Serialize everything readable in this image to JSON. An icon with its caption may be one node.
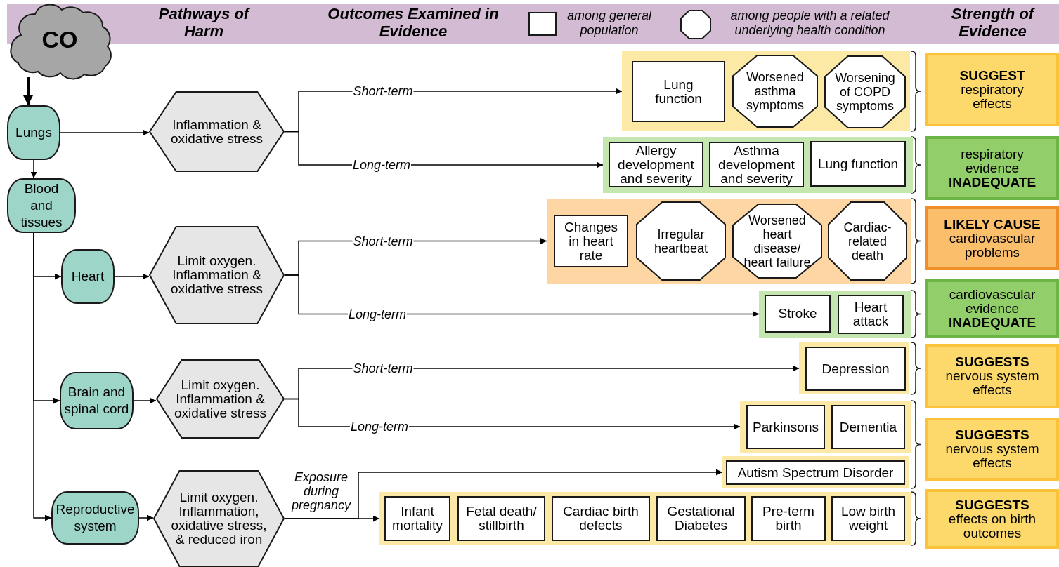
{
  "diagram": {
    "nodes": [
      {
        "text": [
          "CO"
        ]
      },
      {
        "text": [
          "Lungs"
        ]
      },
      {
        "text": [
          "Inflammation & oxidative stress"
        ]
      },
      {
        "text": [
          "Blood and tissues"
        ]
      },
      {
        "text": [
          "Heart"
        ]
      },
      {
        "text": [
          "Limit oxygen. Inflammation & oxidative stress"
        ]
      },
      {
        "text": [
          "Brain and spinal cord"
        ]
      },
      {
        "text": [
          "Limit oxygen. Inflammation & oxidative stress"
        ]
      },
      {
        "text": [
          "Reproductive system"
        ]
      },
      {
        "text": [
          "Limit oxygen. Inflammation, oxidative stress, & reduced iron"
        ]
      },
      {
        "text": [],
        "shape": "box"
      },
      {
        "text": [
          "Lung function"
        ],
        "in": 10
      },
      {
        "text": [
          "Worsened asthma symptoms"
        ],
        "in": 10
      },
      {
        "text": [
          "Worsening of COPD symptoms"
        ],
        "in": 10
      },
      {
        "text": [],
        "shape": "box"
      },
      {
        "text": [
          "Allergy development and severity"
        ],
        "in": 14
      },
      {
        "text": [
          "Asthma development and severity"
        ],
        "in": 14
      },
      {
        "text": [
          "Lung function"
        ],
        "in": 14
      },
      {
        "text": [],
        "shape": "box"
      },
      {
        "text": [
          "Changes in heart rate"
        ],
        "in": 18
      },
      {
        "text": [
          "Irregular heartbeat"
        ],
        "in": 18
      },
      {
        "text": [
          "Worsened heart disease/ heart failure"
        ],
        "in": 18
      },
      {
        "text": [
          "Cardiac-related death"
        ],
        "in": 18
      },
      {
        "text": [],
        "shape": "box"
      },
      {
        "text": [
          "Stroke"
        ],
        "in": 23
      },
      {
        "text": [
          "Heart attack"
        ],
        "in": 23
      },
      {
        "text": [],
        "shape": "box"
      },
      {
        "text": [
          "Depression"
        ],
        "in": 26
      },
      {
        "text": [],
        "shape": "box"
      },
      {
        "text": [
          "Parkinsons"
        ],
        "in": 28
      },
      {
        "text": [
          "Dementia"
        ],
        "in": 28
      },
      {
        "text": [],
        "shape": "box"
      },
      {
        "text": [
          "Autism Spectrum Disorder"
        ],
        "in": 31
      },
      {
        "text": [],
        "shape": "box"
      },
      {
        "text": [
          "Infant mortality"
        ],
        "in": 33
      },
      {
        "text": [
          "Fetal death/ stillbirth"
        ],
        "in": 33
      },
      {
        "text": [
          "Cardiac birth defects"
        ],
        "in": 33
      },
      {
        "text": [
          "Gestational Diabetes"
        ],
        "in": 33
      },
      {
        "text": [
          "Pre-term birth"
        ],
        "in": 33
      },
      {
        "text": [
          "Low birth weight"
        ],
        "in": 33
      },
      {
        "text": [
          "SUGGEST",
          "respiratory effects"
        ]
      },
      {
        "text": [
          "respiratory evidence",
          "INADEQUATE"
        ]
      },
      {
        "text": [
          "LIKELY CAUSE",
          "cardiovascular problems"
        ]
      },
      {
        "text": [
          "cardiovascular evidence",
          "INADEQUATE"
        ]
      },
      {
        "text": [
          "SUGGESTS",
          "nervous system effects"
        ]
      },
      {
        "text": [
          "SUGGESTS",
          "nervous system effects"
        ]
      },
      {
        "text": [
          "SUGGESTS",
          "effects on birth outcomes"
        ]
      }
    ],
    "edges": [
      {
        "from": 0,
        "to": 1,
        "arrow": "to",
        "style": "thick"
      },
      {
        "from": 1,
        "to": 2,
        "arrow": "to"
      },
      {
        "from": 1,
        "to": 3,
        "arrow": "to"
      },
      {
        "from": 2,
        "to": 10,
        "arrow": "to",
        "label": "Short-term"
      },
      {
        "from": 2,
        "to": 14,
        "arrow": "to",
        "label": "Long-term"
      },
      {
        "from": 3,
        "to": 4,
        "arrow": "to"
      },
      {
        "from": 3,
        "to": 6,
        "arrow": "to"
      },
      {
        "from": 3,
        "to": 8,
        "arrow": "to"
      },
      {
        "from": 4,
        "to": 5,
        "arrow": "to"
      },
      {
        "from": 5,
        "to": 18,
        "arrow": "to",
        "label": "Short-term"
      },
      {
        "from": 5,
        "to": 23,
        "arrow": "to",
        "label": "Long-term"
      },
      {
        "from": 6,
        "to": 7,
        "arrow": "to"
      },
      {
        "from": 7,
        "to": 26,
        "arrow": "to",
        "label": "Short-term"
      },
      {
        "from": 7,
        "to": 28,
        "arrow": "to",
        "label": "Long-term"
      },
      {
        "from": 8,
        "to": 9,
        "arrow": "to"
      },
      {
        "from": 9,
        "to": 31,
        "arrow": "to"
      },
      {
        "from": 9,
        "to": 33,
        "arrow": "to",
        "label": "Exposure during pregnancy"
      }
    ],
    "labels": [
      "Pathways of Harm",
      "Outcomes Examined in Evidence",
      "Strength of Evidence"
    ],
    "legend": [
      {
        "text": "among general population"
      },
      {
        "text": "among people with a related underlying health condition"
      }
    ]
  }
}
